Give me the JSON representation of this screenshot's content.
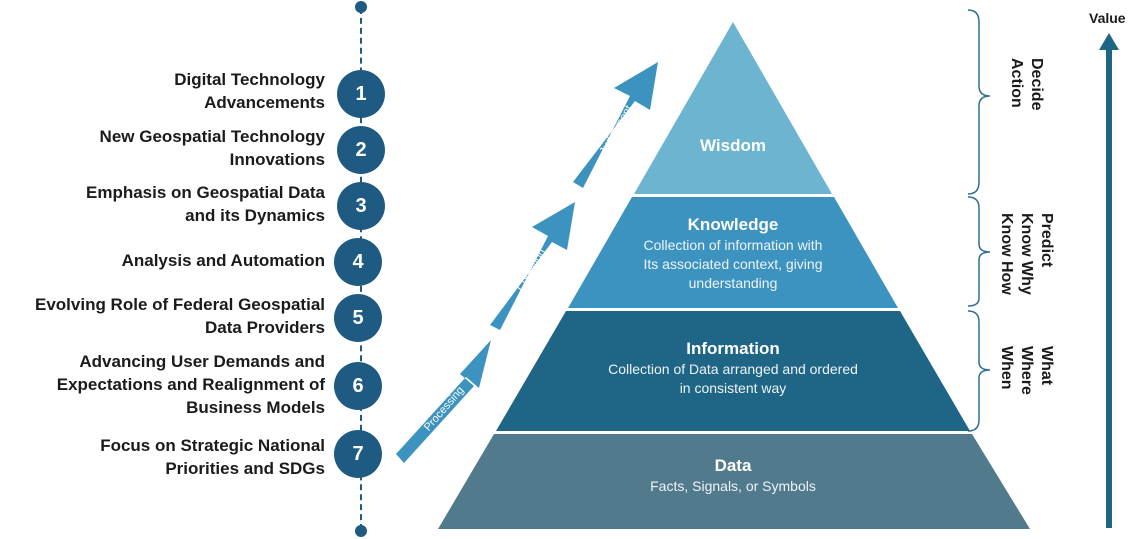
{
  "drivers": [
    {
      "number": "1",
      "text": "Digital Technology\nAdvancements"
    },
    {
      "number": "2",
      "text": "New Geospatial Technology\nInnovations"
    },
    {
      "number": "3",
      "text": "Emphasis on Geospatial Data\nand its Dynamics"
    },
    {
      "number": "4",
      "text": "Analysis and Automation"
    },
    {
      "number": "5",
      "text": "Evolving Role of Federal Geospatial\nData Providers"
    },
    {
      "number": "6",
      "text": "Advancing User Demands and\nExpectations and Realignment of\nBusiness Models"
    },
    {
      "number": "7",
      "text": "Focus on Strategic National\nPriorities and SDGs"
    }
  ],
  "pyramid": {
    "wisdom": {
      "title": "Wisdom"
    },
    "knowledge": {
      "title": "Knowledge",
      "desc": "Collection of information with\nIts associated context, giving\nunderstanding"
    },
    "information": {
      "title": "Information",
      "desc": "Collection of Data arranged and ordered\nin consistent way"
    },
    "data": {
      "title": "Data",
      "desc": "Facts, Signals, or Symbols"
    }
  },
  "arrows": {
    "processing": "Processing",
    "cognition": "Cognition",
    "judgement": "Judgement"
  },
  "brackets": {
    "top": "Decide\nAction",
    "upper": "Predict\nKnow Why\nKnow How",
    "lower": "What\nWhere\nWhen"
  },
  "value_axis": {
    "label": "Value"
  },
  "colors": {
    "wisdom": "#6cb4d0",
    "knowledge": "#3d93bf",
    "information": "#1f6585",
    "data": "#517a8c",
    "arrow": "#3d93bf",
    "timeline": "#1f5a82",
    "value_arrow": "#1f6585"
  }
}
